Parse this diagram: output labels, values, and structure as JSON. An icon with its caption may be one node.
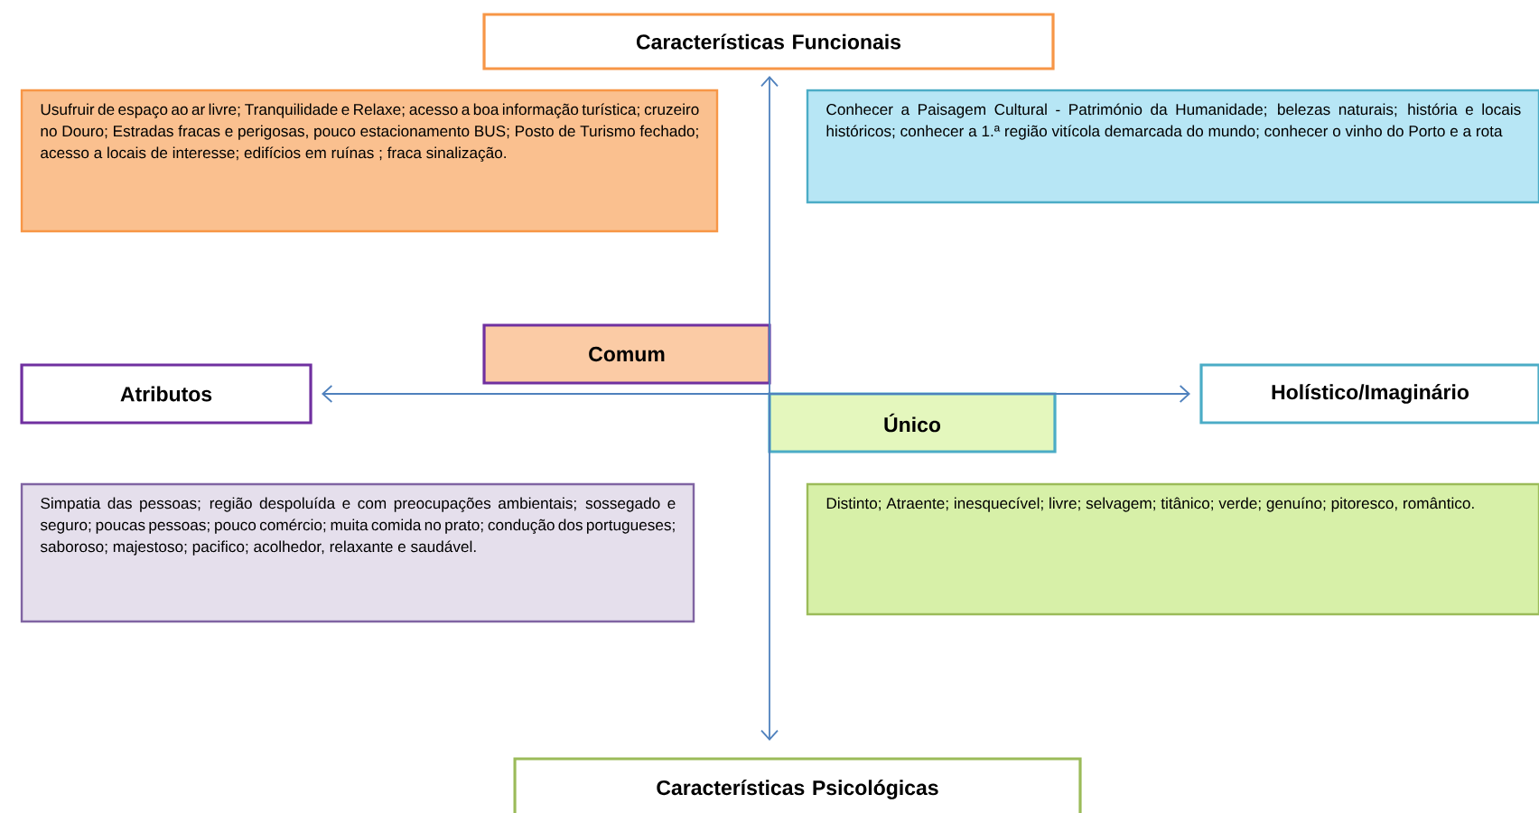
{
  "diagram": {
    "nodes": [
      {
        "text": [
          "Características Funcionais"
        ]
      },
      {
        "text": [
          "Usufruir de espaço ao ar livre; Tranquilidade e Relaxe; acesso a boa informação turística; cruzeiro no Douro; Estradas fracas e perigosas, pouco estacionamento BUS; Posto de Turismo fechado; acesso a locais de interesse; edifícios em ruínas ; fraca sinalização."
        ]
      },
      {
        "text": [
          "Conhecer a Paisagem Cultural - Património da Humanidade; belezas naturais; história e locais históricos; conhecer a 1.ª região vitícola demarcada do mundo; conhecer o vinho do Porto e a rota"
        ]
      },
      {
        "text": [
          "Comum"
        ]
      },
      {
        "text": [
          "Atributos"
        ]
      },
      {
        "text": [
          "Único"
        ]
      },
      {
        "text": [
          "Holístico/Imaginário"
        ]
      },
      {
        "text": [
          "Simpatia das pessoas; região despoluída e com preocupações ambientais; sossegado e seguro; poucas pessoas; pouco comércio; muita comida no prato; condução dos portugueses; saboroso; majestoso; pacifico; acolhedor, relaxante e saudável."
        ]
      },
      {
        "text": [
          "Distinto; Atraente; inesquecível; livre; selvagem; titânico; verde; genuíno; pitoresco, romântico."
        ]
      },
      {
        "text": [
          "Características Psicológicas"
        ]
      }
    ],
    "edges": [
      {
        "from": 4,
        "to": 6,
        "arrow": "both"
      },
      {
        "from": 0,
        "to": 9,
        "arrow": "both"
      }
    ]
  }
}
